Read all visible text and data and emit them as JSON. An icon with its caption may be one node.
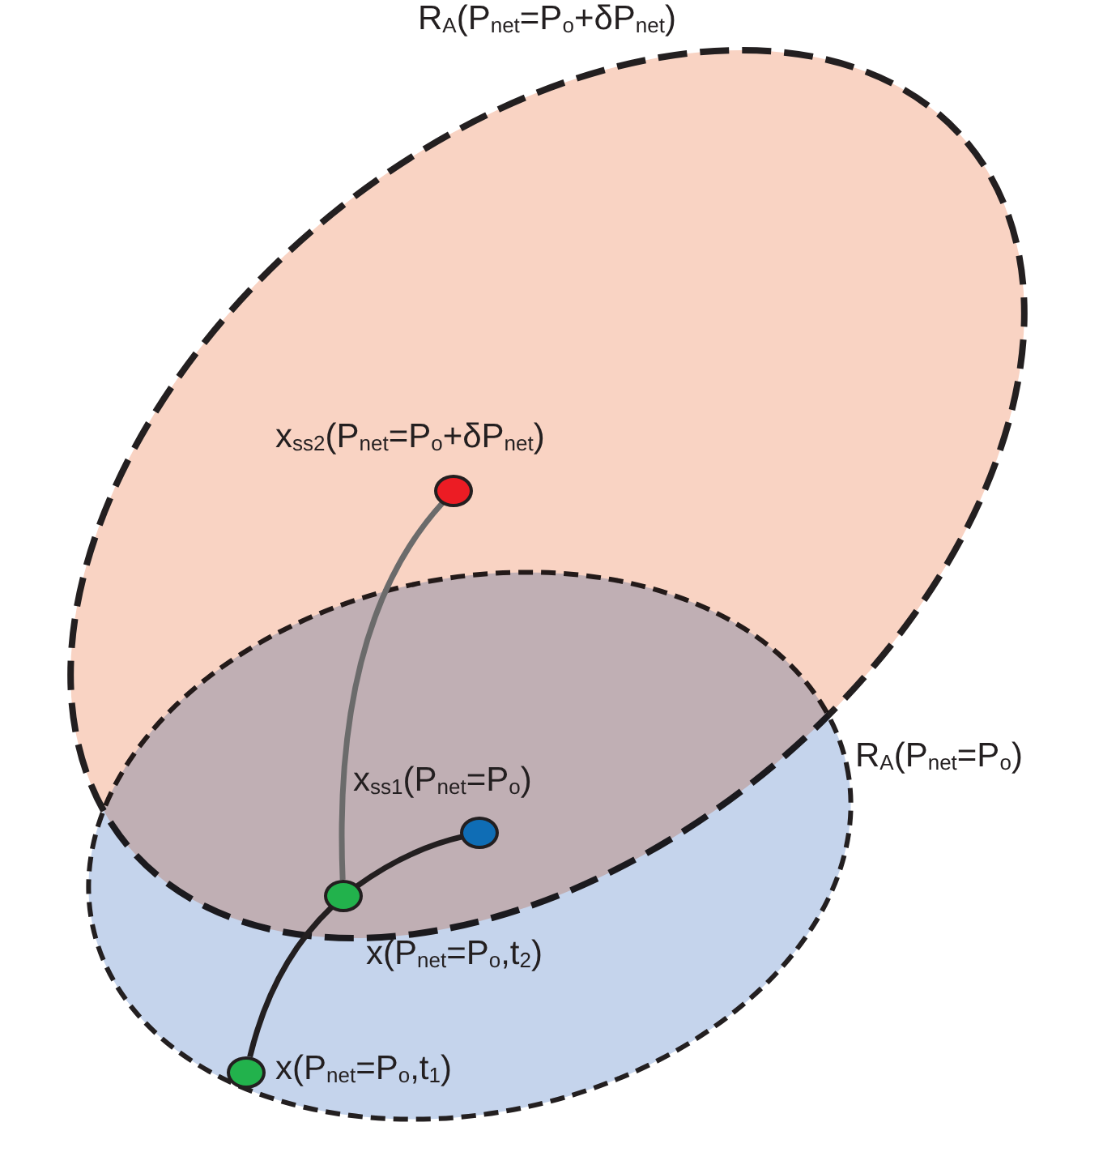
{
  "diagram": {
    "nodes": [
      {
        "text": [
          "R$_{A}$(P$_{net}$=P$_{o}$+δP$_{net}$)"
        ]
      },
      {
        "text": [],
        "shape": "circle",
        "in": 0,
        "beside": [
          "x$_{ss2}$(P$_{net}$=P$_{o}$+δP$_{net}$)"
        ]
      },
      {
        "text": [
          "R$_{A}$(P$_{net}$=P$_{o}$)"
        ]
      },
      {
        "text": [],
        "shape": "circle",
        "beside": [
          "x$_{ss1}$(P$_{net}$=P$_{o}$)"
        ]
      },
      {
        "text": [],
        "shape": "circle",
        "beside": [
          "x(P$_{net}$=P$_{o}$,t$_{2}$)"
        ]
      },
      {
        "text": [],
        "shape": "circle",
        "in": 2,
        "beside": [
          "x(P$_{net}$=P$_{o}$,t$_{1}$)"
        ]
      }
    ],
    "edges": [
      {
        "from": 5,
        "to": 4,
        "arrow": "none"
      },
      {
        "from": 4,
        "to": 3,
        "arrow": "none"
      },
      {
        "from": 4,
        "to": 1,
        "arrow": "none",
        "color": "#6b6b6b"
      }
    ]
  }
}
